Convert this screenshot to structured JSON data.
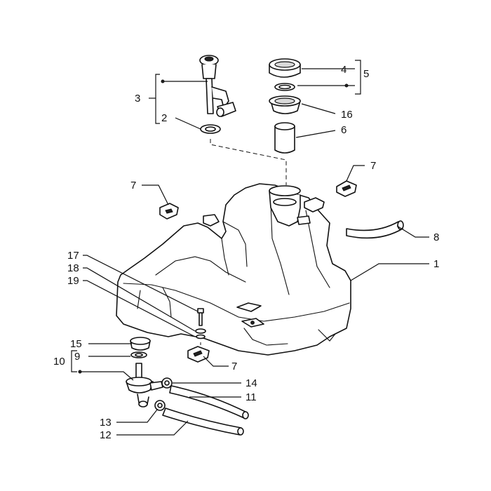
{
  "callouts": {
    "c1": "1",
    "c2": "2",
    "c3": "3",
    "c4": "4",
    "c5": "5",
    "c6": "6",
    "c7a": "7",
    "c7b": "7",
    "c7c": "7",
    "c8": "8",
    "c9": "9",
    "c10": "10",
    "c11": "11",
    "c12": "12",
    "c13": "13",
    "c14": "14",
    "c15": "15",
    "c16": "16",
    "c17": "17",
    "c18": "18",
    "c19": "19"
  }
}
